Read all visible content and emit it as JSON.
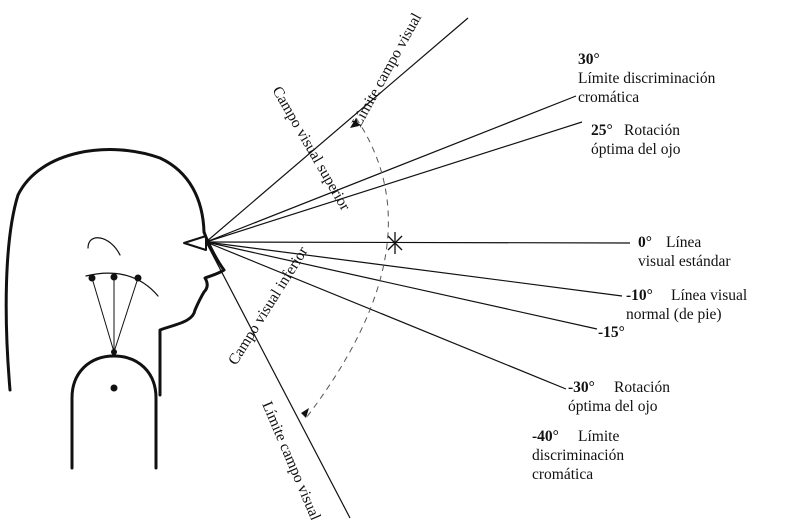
{
  "rotated_labels": {
    "limite_superior": "Límite campo visual",
    "campo_superior": "Campo visual superior",
    "campo_inferior": "Campo visual inferior",
    "limite_inferior": "Límite campo visual"
  },
  "angle_labels": [
    {
      "key": "a30",
      "degree": "30°",
      "lines": [
        "Límite discriminación",
        "cromática"
      ]
    },
    {
      "key": "a25",
      "degree": "25°",
      "lines": [
        "Rotación",
        "óptima del ojo"
      ]
    },
    {
      "key": "a0",
      "degree": "0°",
      "lines": [
        "Línea",
        "visual estándar"
      ]
    },
    {
      "key": "am10",
      "degree": "-10°",
      "lines": [
        "Línea visual",
        "normal (de pie)"
      ]
    },
    {
      "key": "am15",
      "degree": "-15°",
      "lines": []
    },
    {
      "key": "am30",
      "degree": "-30°",
      "lines": [
        "Rotación",
        "óptima del ojo"
      ]
    },
    {
      "key": "am40",
      "degree": "-40°",
      "lines": [
        "Límite",
        "discriminación",
        "cromática"
      ]
    }
  ],
  "colors": {
    "line": "#111111",
    "dashed": "#555555",
    "background": "#ffffff"
  }
}
